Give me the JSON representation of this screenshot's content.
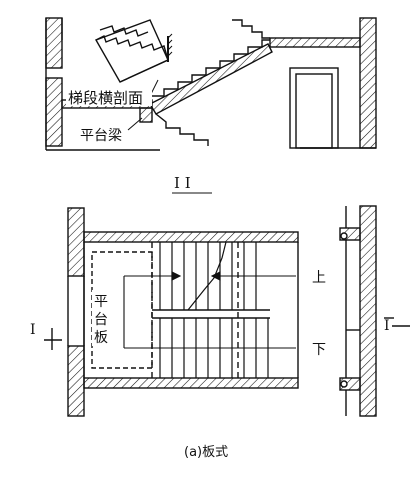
{
  "labels": {
    "stair_cross_section": "梯段横剖面",
    "landing_beam": "平台梁",
    "section_mark": "I  I",
    "landing_slab_line1": "平",
    "landing_slab_line2": "台",
    "landing_slab_line3": "板",
    "up": "上",
    "down": "下",
    "cut_left": "I",
    "cut_right": "I",
    "caption": "(a)板式"
  },
  "colors": {
    "ink": "#111111",
    "paper": "#ffffff"
  }
}
